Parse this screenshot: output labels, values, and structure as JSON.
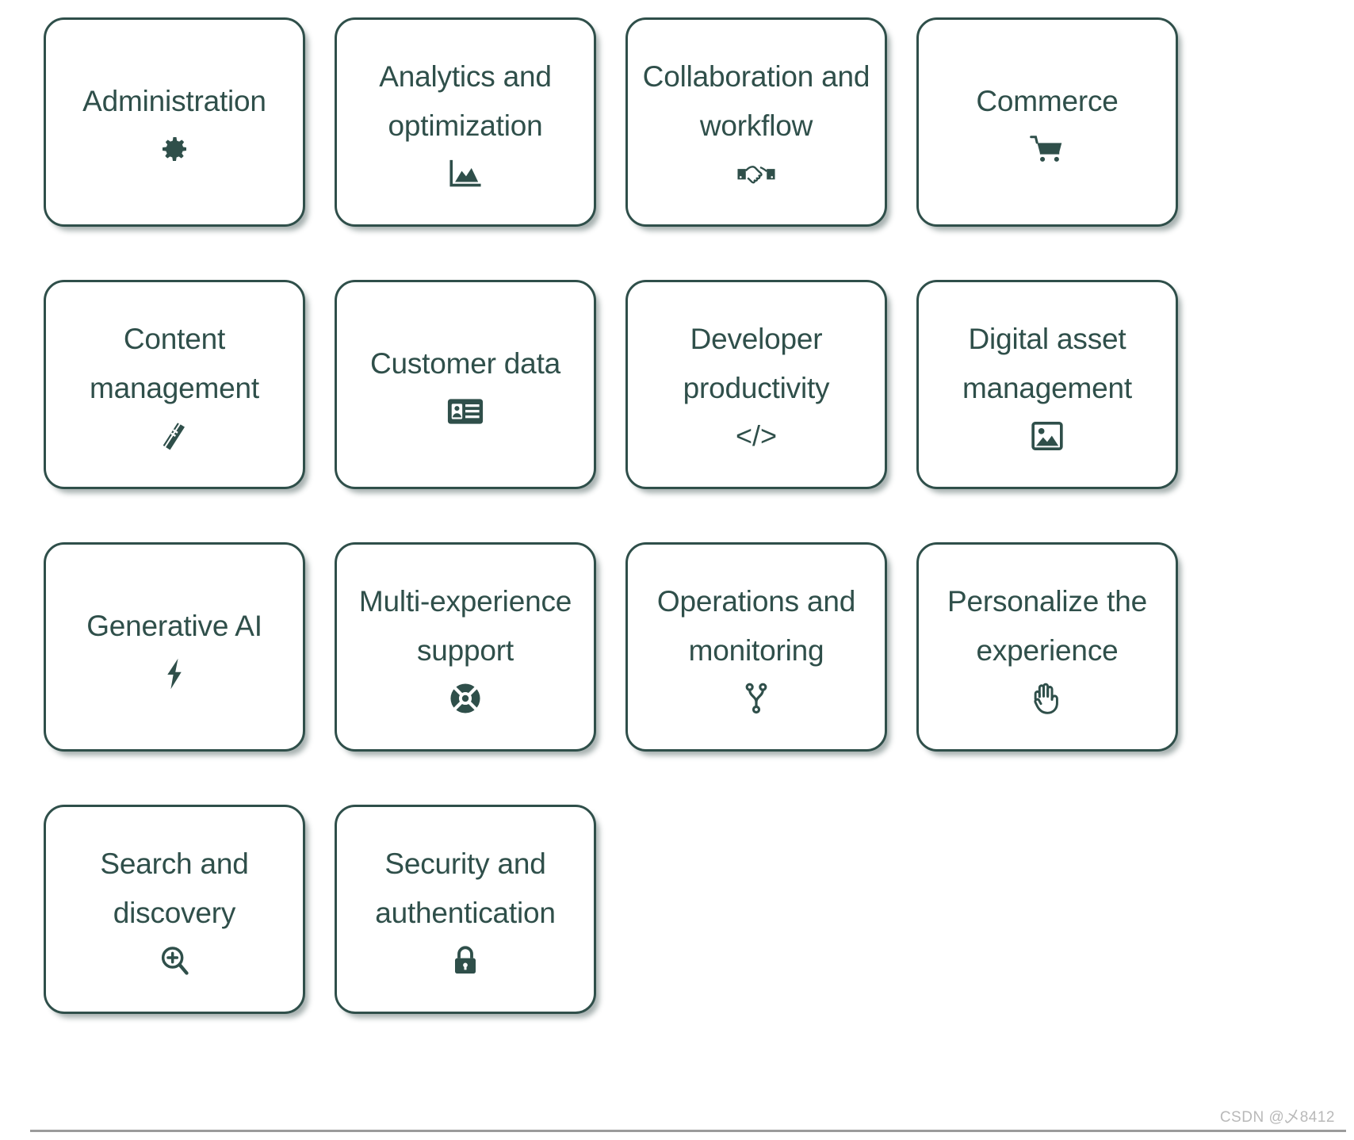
{
  "page": {
    "background_color": "#ffffff",
    "accent_color": "#2F4F4A",
    "shadow_color": "#2d4642"
  },
  "cards": [
    {
      "label": "Administration",
      "icon": "gear-icon"
    },
    {
      "label": "Analytics and\noptimization",
      "icon": "area-chart-icon"
    },
    {
      "label": "Collaboration and\nworkflow",
      "icon": "handshake-icon"
    },
    {
      "label": "Commerce",
      "icon": "shopping-cart-icon"
    },
    {
      "label": "Content\nmanagement",
      "icon": "book-icon"
    },
    {
      "label": "Customer data",
      "icon": "id-card-icon"
    },
    {
      "label": "Developer\nproductivity",
      "icon": "code-brackets-icon",
      "glyph": "</>"
    },
    {
      "label": "Digital asset\nmanagement",
      "icon": "image-icon"
    },
    {
      "label": "Generative AI",
      "icon": "lightning-bolt-icon"
    },
    {
      "label": "Multi-experience\nsupport",
      "icon": "lifebuoy-icon"
    },
    {
      "label": "Operations and\nmonitoring",
      "icon": "git-branch-icon"
    },
    {
      "label": "Personalize the\nexperience",
      "icon": "hand-icon"
    },
    {
      "label": "Search and\ndiscovery",
      "icon": "zoom-in-icon"
    },
    {
      "label": "Security and\nauthentication",
      "icon": "lock-icon"
    }
  ],
  "watermark": {
    "text": "CSDN @乄8412"
  }
}
